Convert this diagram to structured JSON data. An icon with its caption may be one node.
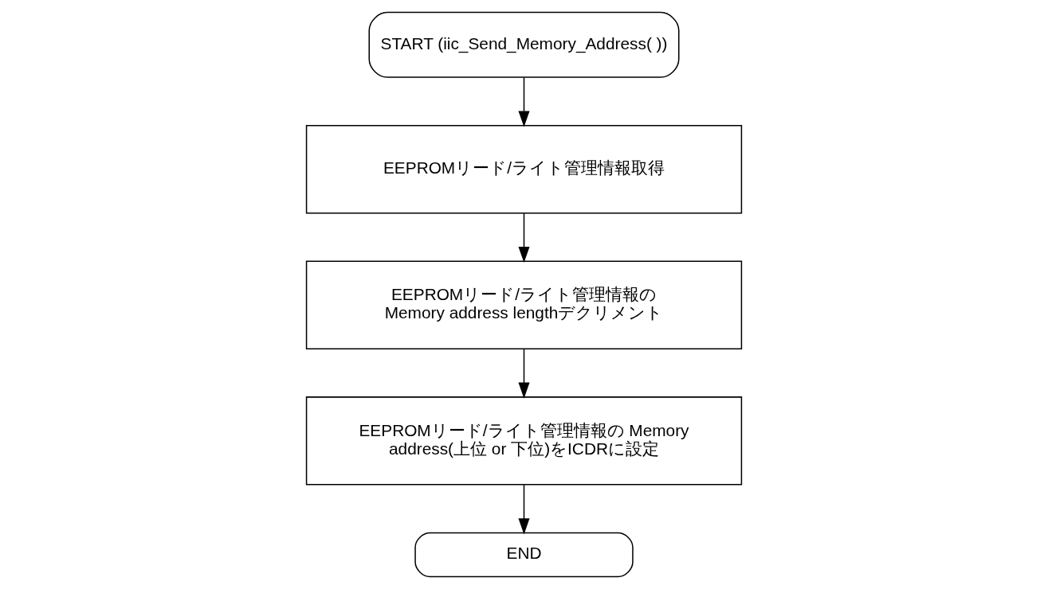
{
  "diagram": {
    "nodes": [
      {
        "text": [
          "START (iic_Send_Memory_Address( ))"
        ]
      },
      {
        "text": [
          "EEPROMリード/ライト管理情報取得"
        ]
      },
      {
        "text": [
          "EEPROMリード/ライト管理情報の Memory address lengthデクリメント"
        ]
      },
      {
        "text": [
          "EEPROMリード/ライト管理情報の Memory address(上位 or 下位)をICDRに設定"
        ]
      },
      {
        "text": [
          "END"
        ]
      }
    ],
    "edges": [
      {
        "from": 0,
        "to": 1,
        "arrow": "to"
      },
      {
        "from": 1,
        "to": 2,
        "arrow": "to"
      },
      {
        "from": 2,
        "to": 3,
        "arrow": "to"
      },
      {
        "from": 3,
        "to": 4,
        "arrow": "to"
      }
    ]
  }
}
